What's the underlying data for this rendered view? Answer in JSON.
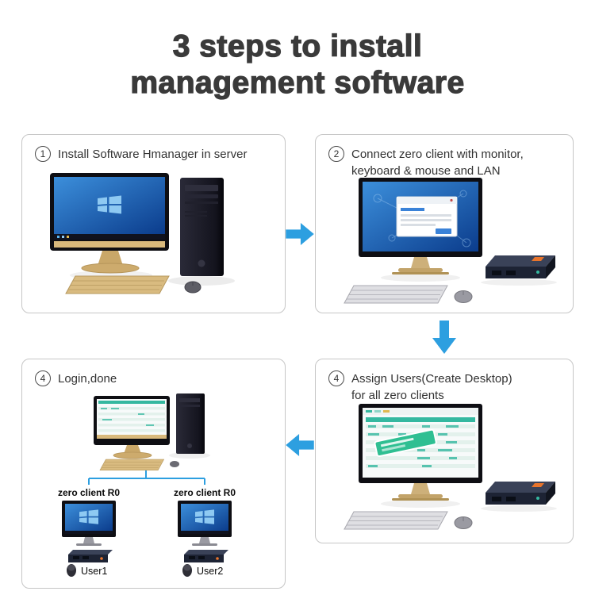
{
  "title": {
    "line1": "3 steps to install",
    "line2": "management software"
  },
  "steps": [
    {
      "number": "1",
      "text": "Install Software Hmanager in server"
    },
    {
      "number": "2",
      "text": "Connect zero client with monitor,\nkeyboard & mouse and LAN"
    },
    {
      "number": "4",
      "text": "Assign Users(Create Desktop)\nfor all zero clients"
    },
    {
      "number": "4",
      "text": "Login,done"
    }
  ],
  "clients": [
    {
      "label": "zero client R0",
      "user": "User1"
    },
    {
      "label": "zero client R0",
      "user": "User2"
    }
  ],
  "colors": {
    "arrow_blue": "#2D9FE0",
    "device_orange": "#E8742C",
    "screen_blue": "#1F5FB0",
    "table_teal": "#35B8A0",
    "stand_gold": "#C9A768"
  }
}
